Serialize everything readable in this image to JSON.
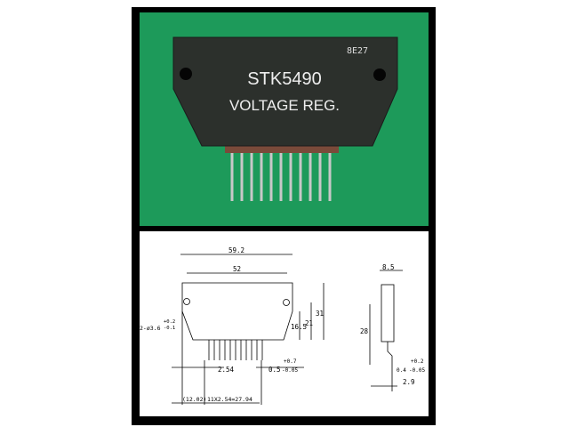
{
  "photo": {
    "part_number": "STK5490",
    "description": "VOLTAGE REG.",
    "date_code": "8E27",
    "background_color": "#1d9a5a"
  },
  "drawing": {
    "dims": {
      "overall_width": "59.2",
      "hole_pitch": "52",
      "height_total": "31",
      "height_21": "21",
      "height_16_5": "16.5",
      "hole_label": "2-ø3.6",
      "hole_tol_plus": "+0.2",
      "hole_tol_minus": "-0.1",
      "pin_pitch": "2.54",
      "pin_width": "0.5",
      "pin_tol_plus": "+0.7",
      "pin_tol_minus": "-0.05",
      "pin_span": "(12.02)",
      "pin_total": "11X2.54=27.94",
      "thickness": "8.5",
      "side_height": "28",
      "lead_thickness": "0.4",
      "lead_tol_plus": "+0.2",
      "lead_tol_minus": "-0.05",
      "lead_offset": "2.9"
    }
  }
}
